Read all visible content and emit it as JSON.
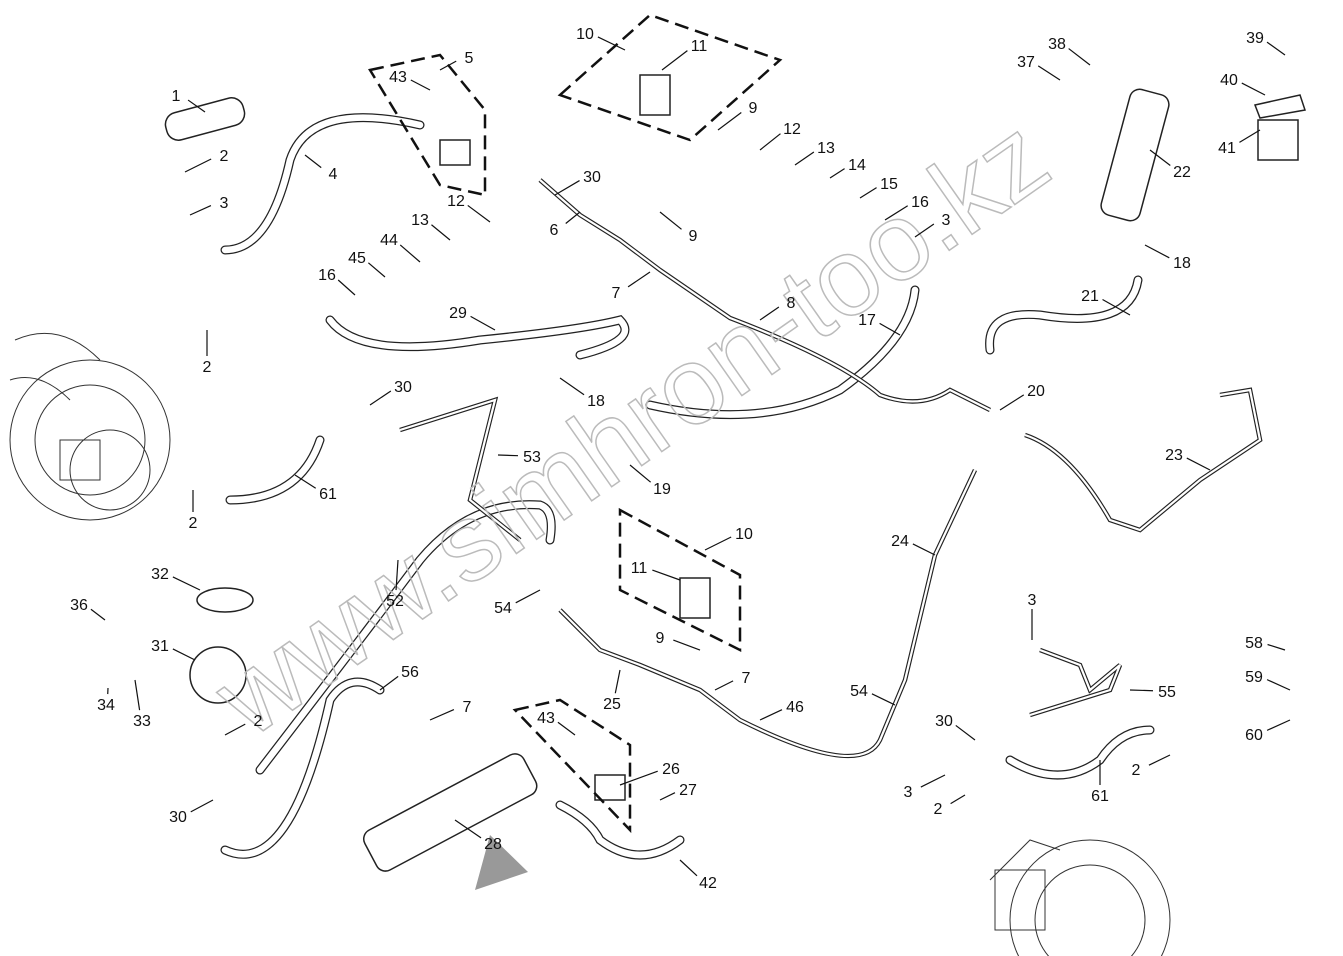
{
  "watermark": "www.simhron-too.kz",
  "callouts": [
    "1",
    "2",
    "3",
    "4",
    "5",
    "43",
    "11",
    "10",
    "9",
    "12",
    "13",
    "14",
    "15",
    "16",
    "3",
    "30",
    "12",
    "13",
    "44",
    "45",
    "16",
    "6",
    "9",
    "7",
    "8",
    "29",
    "17",
    "18",
    "2",
    "30",
    "53",
    "19",
    "61",
    "2",
    "52",
    "10",
    "11",
    "54",
    "9",
    "7",
    "25",
    "46",
    "32",
    "36",
    "31",
    "34",
    "33",
    "2",
    "30",
    "56",
    "7",
    "43",
    "26",
    "27",
    "28",
    "42",
    "22",
    "18",
    "21",
    "20",
    "23",
    "24",
    "3",
    "55",
    "54",
    "30",
    "3",
    "2",
    "61",
    "2",
    "37",
    "38",
    "39",
    "40",
    "41",
    "58",
    "59",
    "60"
  ]
}
